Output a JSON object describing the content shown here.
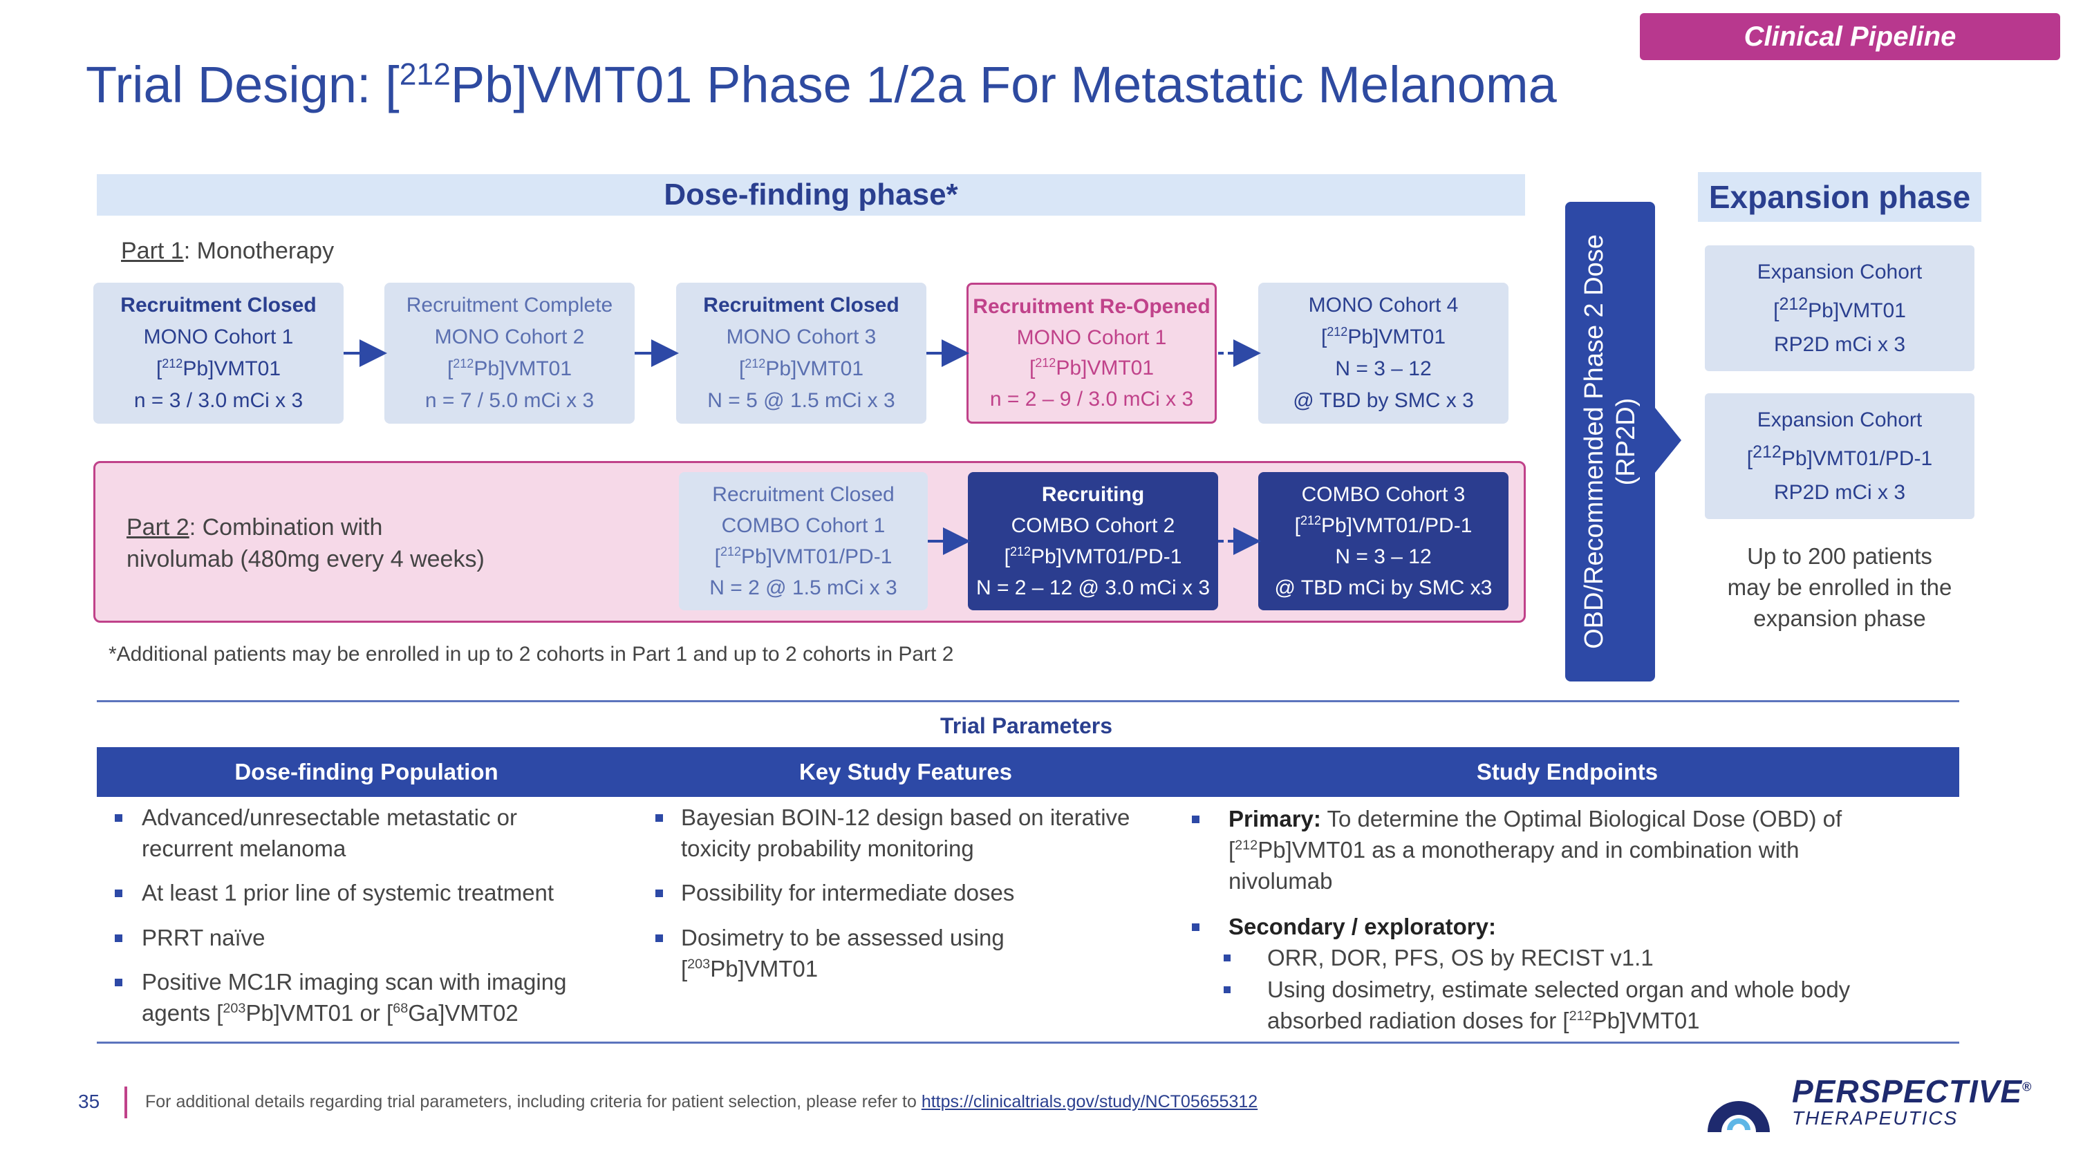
{
  "header": {
    "badge": "Clinical Pipeline",
    "title_prefix": "Trial Design: [",
    "title_sup": "212",
    "title_suffix": "Pb]VMT01 Phase 1/2a For Metastatic Melanoma"
  },
  "dose_phase": {
    "label": "Dose-finding phase*",
    "part1_prefix": "Part 1",
    "part1_suffix": ": Monotherapy",
    "part1_cohorts": [
      {
        "status": "Recruitment Closed",
        "cohort": "MONO Cohort 1",
        "drug_sup": "212",
        "drug": "Pb]VMT01",
        "dose": "n = 3   /   3.0 mCi x 3"
      },
      {
        "status": "Recruitment Complete",
        "cohort": "MONO Cohort 2",
        "drug_sup": "212",
        "drug": "Pb]VMT01",
        "dose": "n = 7   /   5.0 mCi x 3"
      },
      {
        "status": "Recruitment Closed",
        "cohort": "MONO Cohort 3",
        "drug_sup": "212",
        "drug": "Pb]VMT01",
        "dose": "N = 5 @ 1.5 mCi x 3"
      },
      {
        "status": "Recruitment Re-Opened",
        "cohort": "MONO Cohort 1",
        "drug_sup": "212",
        "drug": "Pb]VMT01",
        "dose": "n = 2 – 9   /   3.0 mCi x 3"
      },
      {
        "status": "MONO Cohort 4",
        "cohort": "",
        "drug_sup": "212",
        "drug": "Pb]VMT01",
        "dose": "N = 3 – 12",
        "extra": "@ TBD by SMC x 3"
      }
    ],
    "part2_prefix": "Part 2",
    "part2_line1": ": Combination with",
    "part2_line2": "nivolumab (480mg every 4 weeks)",
    "part2_cohorts": [
      {
        "status": "Recruitment Closed",
        "cohort": "COMBO Cohort 1",
        "drug_sup": "212",
        "drug": "Pb]VMT01/PD-1",
        "dose": "N = 2  @ 1.5 mCi x 3"
      },
      {
        "status": "Recruiting",
        "cohort": "COMBO Cohort  2",
        "drug_sup": "212",
        "drug": "Pb]VMT01/PD-1",
        "dose": "N = 2 – 12 @ 3.0 mCi x 3"
      },
      {
        "status": "COMBO Cohort  3",
        "cohort": "",
        "drug_sup": "212",
        "drug": "Pb]VMT01/PD-1",
        "dose": "N = 3 – 12",
        "extra": "@ TBD mCi by SMC x3"
      }
    ],
    "footnote": "*Additional patients may be enrolled in up to 2 cohorts in Part 1 and up to 2 cohorts in Part 2"
  },
  "obd": {
    "line1": "OBD/Recommended Phase 2 Dose",
    "line2": "(RP2D)"
  },
  "expansion": {
    "label": "Expansion phase",
    "cohorts": [
      {
        "name": "Expansion Cohort",
        "drug_sup": "212",
        "drug": "Pb]VMT01",
        "dose": "RP2D mCi x 3"
      },
      {
        "name": "Expansion Cohort",
        "drug_sup": "212",
        "drug": "Pb]VMT01/PD-1",
        "dose": "RP2D mCi x 3"
      }
    ],
    "note_line1": "Up to 200 patients",
    "note_line2": "may be enrolled in the",
    "note_line3": "expansion phase"
  },
  "params": {
    "title": "Trial Parameters",
    "columns": [
      "Dose-finding Population",
      "Key Study Features",
      "Study Endpoints"
    ],
    "population": {
      "b1_l1": "Advanced/unresectable metastatic or",
      "b1_l2": "recurrent melanoma",
      "b2": "At least 1 prior line of systemic treatment",
      "b3": "PRRT naïve",
      "b4_l1": "Positive MC1R imaging scan with imaging",
      "b4_l2_a": "agents [",
      "b4_sup1": "203",
      "b4_l2_b": "Pb]VMT01 or [",
      "b4_sup2": "68",
      "b4_l2_c": "Ga]VMT02"
    },
    "features": {
      "b1_l1": "Bayesian BOIN-12 design based on iterative",
      "b1_l2": "toxicity probability monitoring",
      "b2": "Possibility for intermediate doses",
      "b3_l1": "Dosimetry to be assessed using",
      "b3_sup": "203",
      "b3_l2": "Pb]VMT01"
    },
    "endpoints": {
      "primary_label": "Primary:",
      "primary_l1": " To determine the Optimal Biological Dose (OBD) of",
      "primary_sup": "212",
      "primary_l2": "Pb]VMT01 as a monotherapy and in combination with",
      "primary_l3": "nivolumab",
      "secondary_label": "Secondary / exploratory:",
      "sub1": "ORR, DOR, PFS, OS by RECIST v1.1",
      "sub2_l1": "Using dosimetry, estimate selected organ and whole body",
      "sub2_l2_a": "absorbed radiation doses for [",
      "sub2_sup": "212",
      "sub2_l2_b": "Pb]VMT01"
    }
  },
  "footer": {
    "page": "35",
    "text": "For additional details regarding trial parameters, including criteria for patient selection, please refer to ",
    "link": "https://clinicaltrials.gov/study/NCT05655312",
    "brand": "PERSPECTIVE",
    "brand_mark": "®",
    "brand_sub": "THERAPEUTICS"
  },
  "colors": {
    "accent": "#2d49a6",
    "pink": "#c0428a",
    "badge": "#b8388e"
  }
}
